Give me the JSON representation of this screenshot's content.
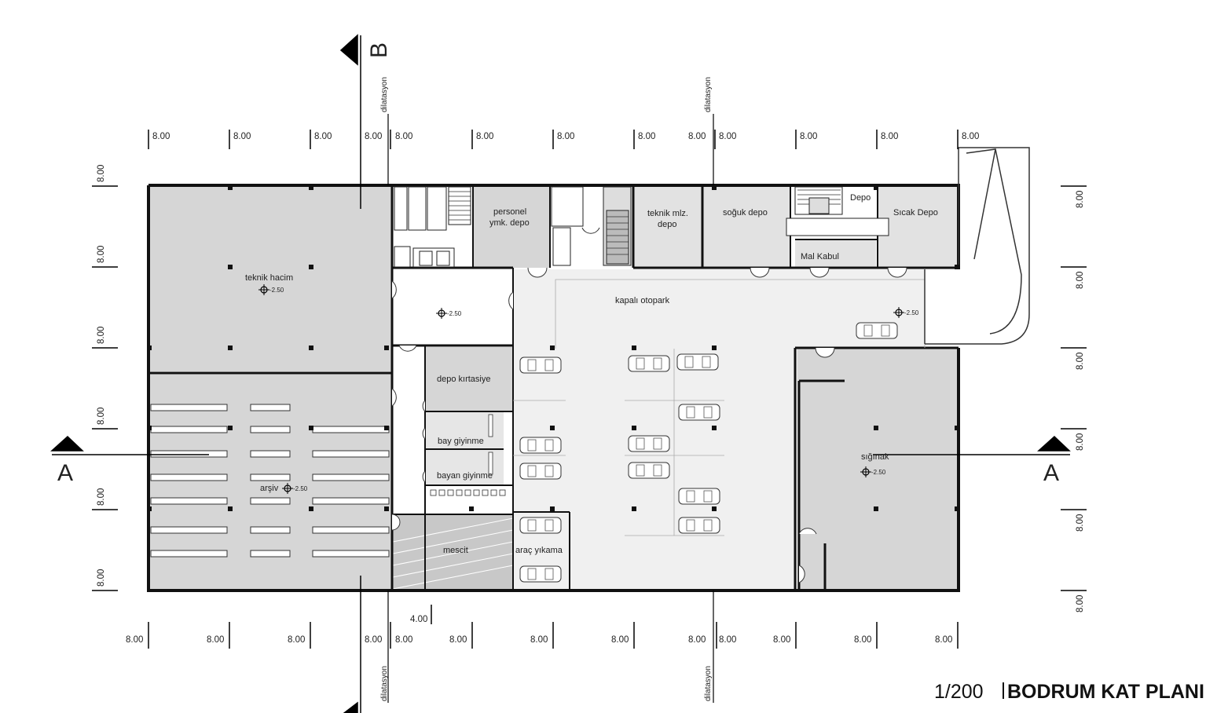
{
  "title": {
    "scale": "1/200",
    "name": "BODRUM KAT PLANI"
  },
  "section_marks": {
    "a": "A",
    "b": "B"
  },
  "dilatation_label": "dilatasyon",
  "dims": {
    "span": "8.00",
    "small": "4.00"
  },
  "level": "-2.50",
  "rooms": {
    "teknik_hacim": "teknik hacim",
    "arsiv": "arşiv",
    "personel": [
      "personel",
      "ymk. depo"
    ],
    "teknik_mlz": [
      "teknik mlz.",
      "depo"
    ],
    "soguk_depo": "soğuk depo",
    "depo": "Depo",
    "sicak_depo": "Sıcak Depo",
    "mal_kabul": "Mal Kabul",
    "kapali_otopark": "kapalı otopark",
    "depo_kirtasiye": "depo kırtasiye",
    "bay_giyinme": "bay giyinme",
    "bayan_giyinme": "bayan giyinme",
    "mescit": "mescit",
    "arac_yikama": "araç yıkama",
    "siginak": "sığınak"
  },
  "colors": {
    "wall": "#111111",
    "room_fill": "#d6d6d6",
    "parking_fill": "#f0f0f0"
  }
}
